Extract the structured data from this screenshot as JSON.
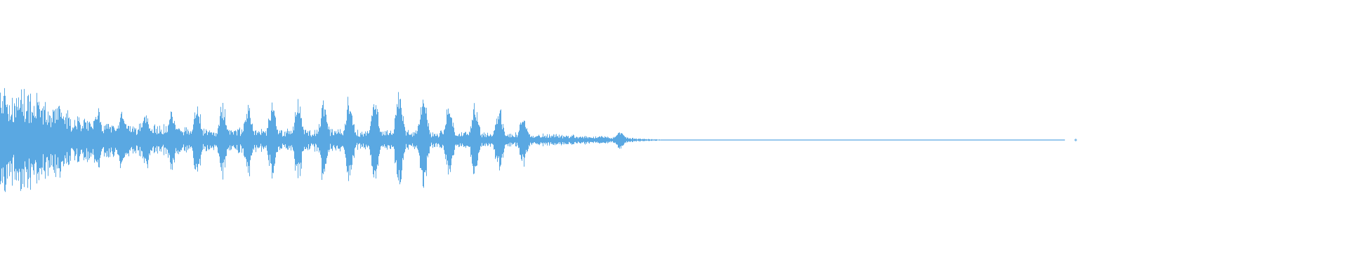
{
  "waveform": {
    "color": "#5aa8e2",
    "background": "#ffffff",
    "envelope": [
      {
        "t": 0.0,
        "amp": 0.95
      },
      {
        "t": 0.01,
        "amp": 0.85
      },
      {
        "t": 0.02,
        "amp": 1.0
      },
      {
        "t": 0.03,
        "amp": 0.8
      },
      {
        "t": 0.04,
        "amp": 0.75
      },
      {
        "t": 0.05,
        "amp": 0.55
      },
      {
        "t": 0.06,
        "amp": 0.45
      },
      {
        "t": 0.07,
        "amp": 0.4
      },
      {
        "t": 0.08,
        "amp": 0.3
      },
      {
        "t": 0.09,
        "amp": 0.32
      },
      {
        "t": 0.1,
        "amp": 0.28
      },
      {
        "t": 0.11,
        "amp": 0.3
      },
      {
        "t": 0.13,
        "amp": 0.25
      },
      {
        "t": 0.16,
        "amp": 0.24
      },
      {
        "t": 0.2,
        "amp": 0.22
      },
      {
        "t": 0.25,
        "amp": 0.2
      },
      {
        "t": 0.3,
        "amp": 0.18
      },
      {
        "t": 0.35,
        "amp": 0.15
      },
      {
        "t": 0.4,
        "amp": 0.12
      },
      {
        "t": 0.44,
        "amp": 0.08
      },
      {
        "t": 0.46,
        "amp": 0.06
      },
      {
        "t": 0.475,
        "amp": 0.03
      },
      {
        "t": 0.49,
        "amp": 0.01
      },
      {
        "t": 0.8,
        "amp": 0.005
      }
    ],
    "transients": [
      {
        "t": 0.003,
        "amp": 0.98
      },
      {
        "t": 0.015,
        "amp": 1.0
      },
      {
        "t": 0.028,
        "amp": 0.9
      },
      {
        "t": 0.045,
        "amp": 0.75
      },
      {
        "t": 0.072,
        "amp": 0.6
      },
      {
        "t": 0.09,
        "amp": 0.55
      },
      {
        "t": 0.108,
        "amp": 0.58
      },
      {
        "t": 0.127,
        "amp": 0.62
      },
      {
        "t": 0.146,
        "amp": 0.72
      },
      {
        "t": 0.165,
        "amp": 0.72
      },
      {
        "t": 0.184,
        "amp": 0.72
      },
      {
        "t": 0.202,
        "amp": 0.78
      },
      {
        "t": 0.221,
        "amp": 0.82
      },
      {
        "t": 0.24,
        "amp": 0.8
      },
      {
        "t": 0.259,
        "amp": 0.82
      },
      {
        "t": 0.278,
        "amp": 0.88
      },
      {
        "t": 0.296,
        "amp": 0.95
      },
      {
        "t": 0.314,
        "amp": 1.0
      },
      {
        "t": 0.333,
        "amp": 0.78
      },
      {
        "t": 0.352,
        "amp": 0.68
      },
      {
        "t": 0.37,
        "amp": 0.63
      },
      {
        "t": 0.388,
        "amp": 0.52
      },
      {
        "t": 0.46,
        "amp": 0.2
      }
    ],
    "tail_line": {
      "start": 0.49,
      "end": 0.79
    },
    "end_marker": {
      "t": 0.798
    }
  }
}
